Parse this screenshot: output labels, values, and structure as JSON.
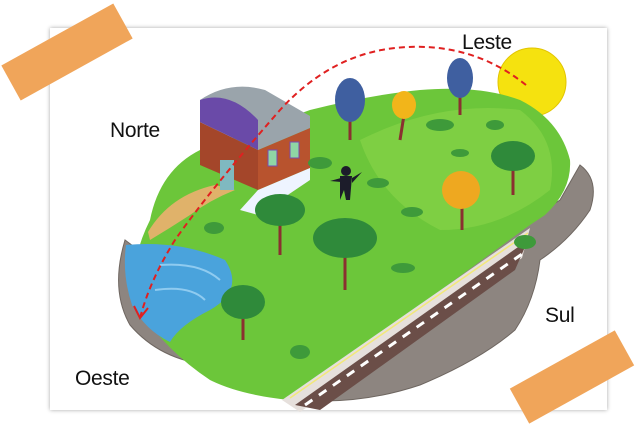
{
  "labels": {
    "north": "Norte",
    "east": "Leste",
    "south": "Sul",
    "west": "Oeste"
  },
  "colors": {
    "grass": "#6cc63a",
    "sun": "#f5e20f",
    "water": "#4aa3dc",
    "road": "#6b4e48",
    "rock": "#8d8580",
    "tape": "#f0a55a",
    "sun_path": "#e02020"
  },
  "icons": [
    "sun-icon",
    "house-icon",
    "person-icon",
    "tree-icon",
    "lake-icon",
    "road-icon",
    "sun-path-arrow-icon"
  ]
}
